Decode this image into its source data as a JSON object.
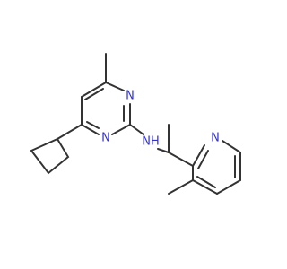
{
  "molecule": {
    "atoms": {
      "pyrimidine_n1": "N",
      "pyrimidine_n3": "N",
      "amine_nh": "NH",
      "pyridine_n": "N"
    },
    "colors": {
      "bond": "#333333",
      "nitrogen": "#3333cc",
      "background": "#ffffff"
    }
  }
}
